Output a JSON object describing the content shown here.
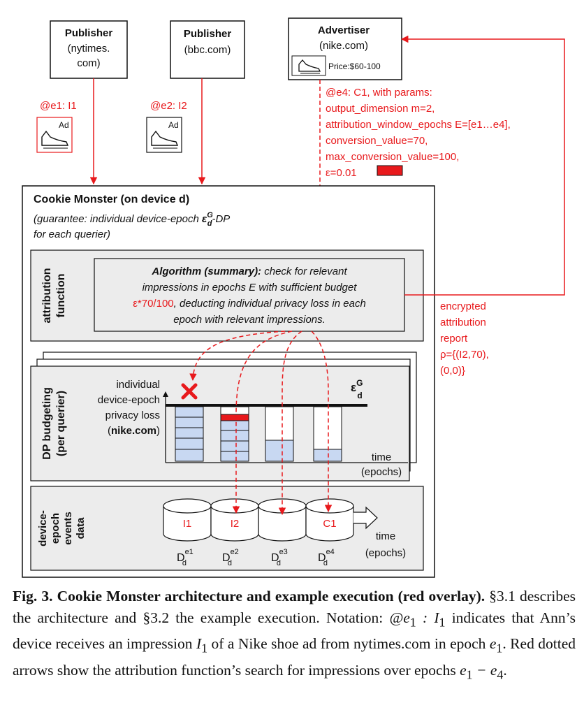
{
  "entities": {
    "publisher1": {
      "title": "Publisher",
      "line1": "(nytimes.",
      "line2": "com)"
    },
    "publisher2": {
      "title": "Publisher",
      "line1": "(bbc.com)"
    },
    "advertiser": {
      "title": "Advertiser",
      "line1": "(nike.com)",
      "price": "Price:$60-100"
    }
  },
  "events": {
    "e1": "@e1: I1",
    "e2": "@e2: I2",
    "ad_label": "Ad",
    "e4_lines": [
      "@e4: C1, with params:",
      "output_dimension m=2,",
      "attribution_window_epochs E=[e1…e4],",
      "conversion_value=70,",
      "max_conversion_value=100,",
      "ε=0.01"
    ]
  },
  "cookie_monster": {
    "title": "Cookie Monster (on device d)",
    "guarantee_pre": "(guarantee: individual device-epoch ",
    "guarantee_eps": "ε",
    "guarantee_sup": "G",
    "guarantee_sub": "d",
    "guarantee_post": "-DP",
    "guarantee_line2": "for each querier)"
  },
  "attribution": {
    "side_line1": "attribution",
    "side_line2": "function",
    "algo_bold": "Algorithm (summary):",
    "algo_l1_rest": " check for relevant",
    "algo_l2": "impressions in epochs E with sufficient budget",
    "algo_l3_red": "ε*70/100",
    "algo_l3_rest": ", deducting individual privacy loss in each",
    "algo_l4": "epoch with relevant impressions."
  },
  "report": {
    "lines": [
      "encrypted",
      "attribution",
      "report",
      "ρ={(I2,70),",
      "(0,0)}"
    ]
  },
  "budgeting": {
    "side_line1": "DP budgeting",
    "side_line2": "(per querier)",
    "ylabel_lines": [
      "individual",
      "device-epoch",
      "privacy loss"
    ],
    "ylabel_querier": "nike.com",
    "eps": "ε",
    "eps_sup": "G",
    "eps_sub": "d",
    "xlabel1": "time",
    "xlabel2": "(epochs)"
  },
  "events_data": {
    "side_lines": [
      "device-",
      "epoch",
      "events",
      "data"
    ],
    "cylinders": [
      {
        "label": "I1",
        "db": "D",
        "sub": "d",
        "sup": "e1"
      },
      {
        "label": "I2",
        "db": "D",
        "sub": "d",
        "sup": "e2"
      },
      {
        "label": "",
        "db": "D",
        "sub": "d",
        "sup": "e3"
      },
      {
        "label": "C1",
        "db": "D",
        "sub": "d",
        "sup": "e4"
      }
    ],
    "xlabel1": "time",
    "xlabel2": "(epochs)"
  },
  "caption": {
    "title": "Fig. 3. Cookie Monster architecture and example execution (red overlay).",
    "s1": " §3.1 describes the architecture and §3.2 the example execution. Notation: ",
    "m1": "@e",
    "m1sub": "1",
    "m2": " : I",
    "m2sub": "1",
    "s2": " indicates that Ann’s device receives an impression ",
    "m3": "I",
    "m3sub": "1",
    "s3": " of a Nike shoe ad from nytimes.com in epoch ",
    "m4": "e",
    "m4sub": "1",
    "s4": ". Red dotted arrows show the attribution function’s search for impressions over epochs ",
    "m5": "e",
    "m5sub": "1",
    "m6": " − e",
    "m6sub": "4",
    "s5": "."
  },
  "colors": {
    "accent_red": "#e8191c",
    "panel_gray": "#ececec",
    "bar_blue": "#c8d8f2"
  }
}
